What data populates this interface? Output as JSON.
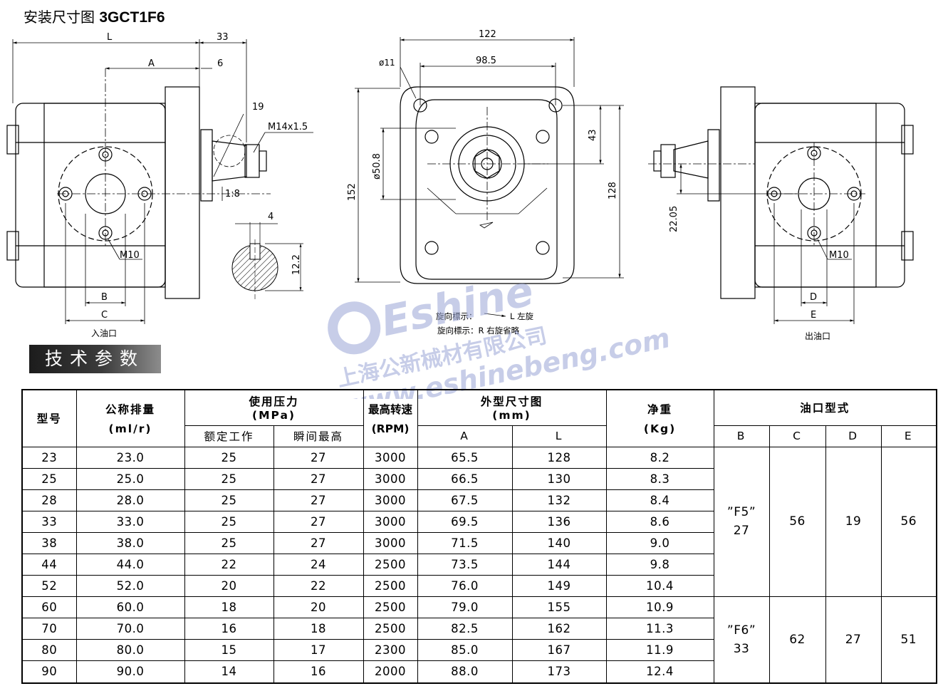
{
  "title": {
    "cn": "安装尺寸图",
    "model": "3GCT1F6"
  },
  "drawing_labels": {
    "L": "L",
    "d33": "33",
    "A": "A",
    "d6": "6",
    "d19": "19",
    "thread": "M14x1.5",
    "taper": "1:8",
    "m10_left": "M10",
    "B": "B",
    "C": "C",
    "inlet": "入油口",
    "key4": "4",
    "key12": "12.2",
    "d122": "122",
    "d98": "98.5",
    "hole": "ø11",
    "pilot": "ø50.8",
    "d152": "152",
    "d43": "43",
    "d128": "128",
    "rot_l": "旋向標示：",
    "rot_l2": "L 左旋",
    "rot_r": "旋向標示：R 右旋省略",
    "d2205": "22.05",
    "m10_right": "M10",
    "D": "D",
    "E": "E",
    "outlet": "出油口"
  },
  "watermark": {
    "brand": "Eshine",
    "company": "上海公新械材有限公司",
    "url": "www.eshinebeng.com"
  },
  "section_title": "技术参数",
  "table": {
    "headers": {
      "model": "型号",
      "displacement": "公称排量",
      "displacement_unit": "(ml/r)",
      "pressure": "使用压力",
      "pressure_unit": "(MPa)",
      "rated": "额定工作",
      "peak": "瞬间最高",
      "speed": "最高转速",
      "speed_unit": "(RPM)",
      "dims": "外型尺寸图",
      "dims_unit": "(mm)",
      "dimA": "A",
      "dimL": "L",
      "weight": "净重",
      "weight_unit": "(Kg)",
      "port": "油口型式",
      "pB": "B",
      "pC": "C",
      "pD": "D",
      "pE": "E"
    },
    "rows": [
      [
        "23",
        "23.0",
        "25",
        "27",
        "3000",
        "65.5",
        "128",
        "8.2"
      ],
      [
        "25",
        "25.0",
        "25",
        "27",
        "3000",
        "66.5",
        "130",
        "8.3"
      ],
      [
        "28",
        "28.0",
        "25",
        "27",
        "3000",
        "67.5",
        "132",
        "8.4"
      ],
      [
        "33",
        "33.0",
        "25",
        "27",
        "3000",
        "69.5",
        "136",
        "8.6"
      ],
      [
        "38",
        "38.0",
        "25",
        "27",
        "3000",
        "71.5",
        "140",
        "9.0"
      ],
      [
        "44",
        "44.0",
        "22",
        "24",
        "2500",
        "73.5",
        "144",
        "9.8"
      ],
      [
        "52",
        "52.0",
        "20",
        "22",
        "2500",
        "76.0",
        "149",
        "10.4"
      ],
      [
        "60",
        "60.0",
        "18",
        "20",
        "2500",
        "79.0",
        "155",
        "10.9"
      ],
      [
        "70",
        "70.0",
        "16",
        "18",
        "2500",
        "82.5",
        "162",
        "11.3"
      ],
      [
        "80",
        "80.0",
        "15",
        "17",
        "2300",
        "85.0",
        "167",
        "11.9"
      ],
      [
        "90",
        "90.0",
        "14",
        "16",
        "2000",
        "88.0",
        "173",
        "12.4"
      ]
    ],
    "ports": [
      {
        "name": "”F5”",
        "B": "27",
        "C": "56",
        "D": "19",
        "E": "56"
      },
      {
        "name": "”F6”",
        "B": "33",
        "C": "62",
        "D": "27",
        "E": "51"
      }
    ]
  }
}
